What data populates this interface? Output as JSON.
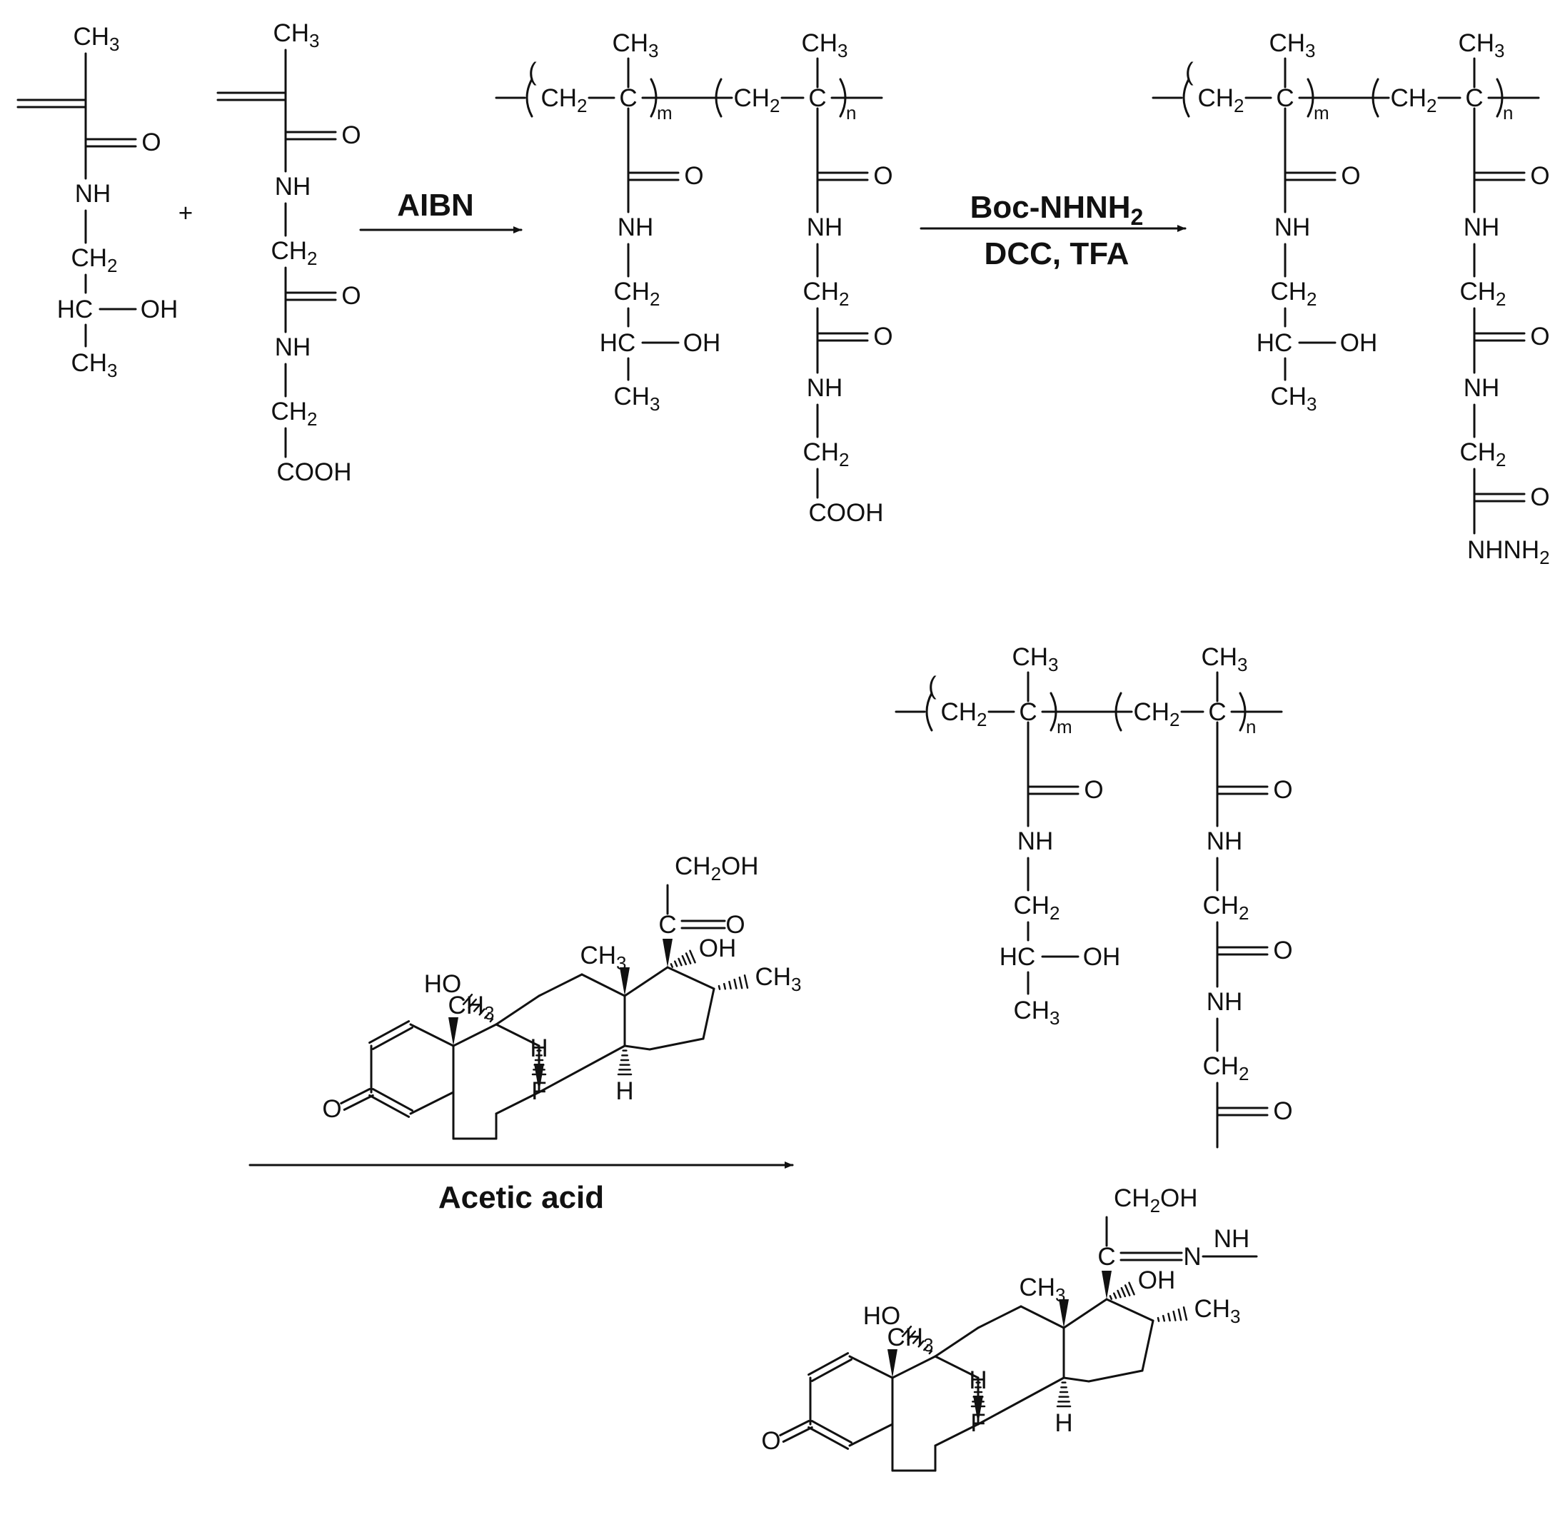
{
  "diagram": {
    "steps": [
      {
        "reagent": "AIBN"
      },
      {
        "reagent": "Boc-NHNH",
        "reagent_sub": "2",
        "reagent2": "DCC, TFA"
      },
      {
        "reagent": "Acetic acid"
      }
    ],
    "labels": {
      "ch": "CH",
      "three": "3",
      "two": "2",
      "c": "C",
      "o": "O",
      "nh": "NH",
      "hc": "HC",
      "oh": "OH",
      "cooh": "COOH",
      "nhnh": "NHNH",
      "n": "N",
      "f": "F",
      "h": "H",
      "ho": "HO",
      "m": "m",
      "nsub": "n",
      "plus": "+",
      "ch2oh_a": "CH",
      "ch2oh_b": "OH"
    }
  }
}
